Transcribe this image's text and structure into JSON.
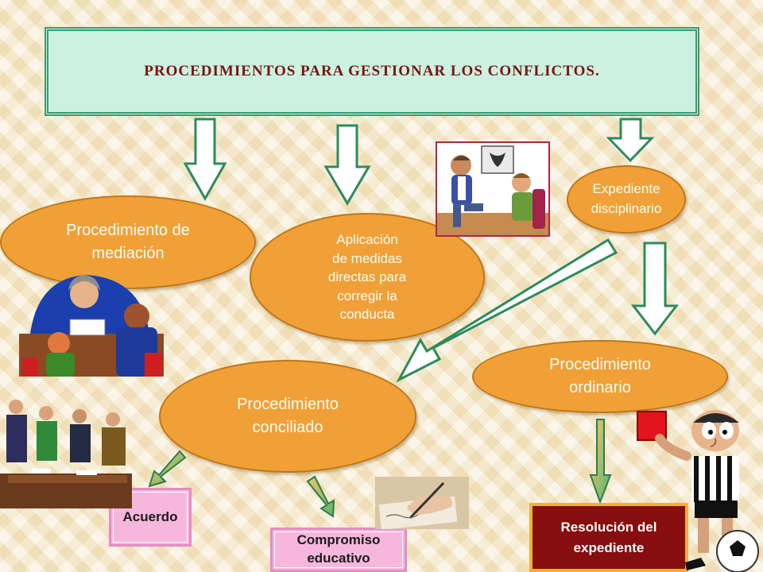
{
  "title": "PROCEDIMIENTOS PARA GESTIONAR LOS CONFLICTOS.",
  "nodes": {
    "mediacion": [
      "Procedimiento de",
      "mediación"
    ],
    "aplicacion": [
      "Aplicación",
      "de medidas",
      "directas para",
      "corregir la",
      "conducta"
    ],
    "expediente": [
      "Expediente",
      "disciplinario"
    ],
    "ordinario": [
      "Procedimiento",
      "ordinario"
    ],
    "conciliado": [
      "Procedimiento",
      "conciliado"
    ],
    "acuerdo": "Acuerdo",
    "compromiso": [
      "Compromiso",
      "educativo"
    ],
    "resolucion": [
      "Resolución del",
      "expediente"
    ]
  },
  "colors": {
    "oval": "#f0a037",
    "title_bg": "#ccf1e0",
    "title_text": "#7a1414",
    "arrow_fill": "#ffffff",
    "arrow_stroke": "#2e8a5e",
    "pink_box": "#f7b7dd",
    "red_box": "#860e0e"
  },
  "illustrations": [
    "teacher-with-students-clipart",
    "counselor-with-student-clipart",
    "business-meeting-clipart",
    "writing-hand-photo",
    "referee-red-card-clipart"
  ]
}
